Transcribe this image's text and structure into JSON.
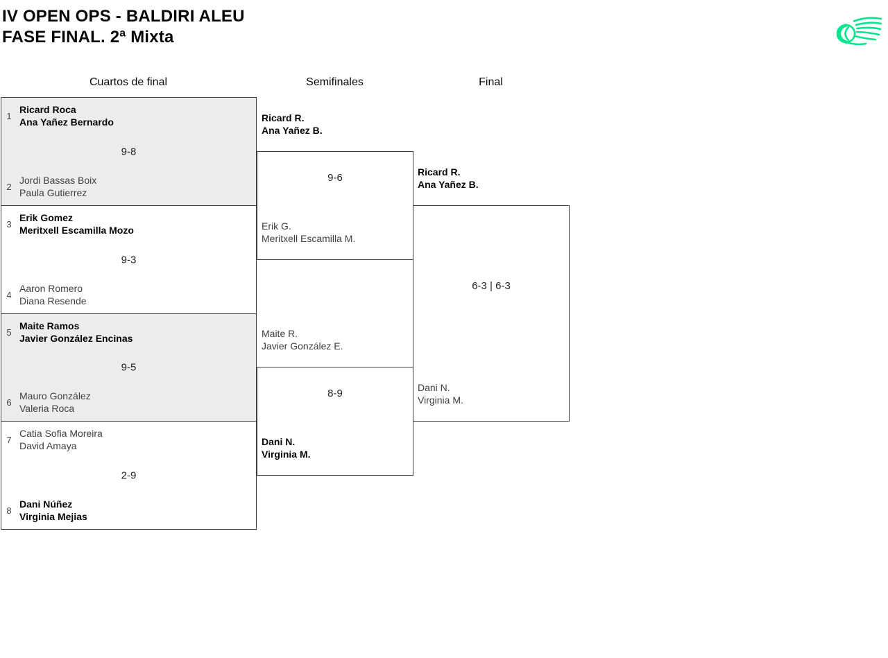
{
  "header": {
    "title_line1": "IV OPEN OPS - BALDIRI ALEU",
    "title_line2": "FASE FINAL. 2ª Mixta",
    "logo": {
      "name": "padel-ball-swoosh",
      "color": "#00e68e"
    }
  },
  "round_headers": {
    "quarterfinals": "Cuartos de final",
    "semifinals": "Semifinales",
    "final": "Final"
  },
  "bracket": {
    "quarterfinals": [
      {
        "score": "9-8",
        "top": {
          "seed": "1",
          "names": [
            "Ricard Roca",
            "Ana Yañez Bernardo"
          ],
          "winner": true
        },
        "bottom": {
          "seed": "2",
          "names": [
            "Jordi Bassas Boix",
            "Paula Gutierrez"
          ],
          "winner": false
        }
      },
      {
        "score": "9-3",
        "top": {
          "seed": "3",
          "names": [
            "Erik Gomez",
            "Meritxell Escamilla Mozo"
          ],
          "winner": true
        },
        "bottom": {
          "seed": "4",
          "names": [
            "Aaron Romero",
            "Diana Resende"
          ],
          "winner": false
        }
      },
      {
        "score": "9-5",
        "top": {
          "seed": "5",
          "names": [
            "Maite Ramos",
            "Javier González Encinas"
          ],
          "winner": true
        },
        "bottom": {
          "seed": "6",
          "names": [
            "Mauro González",
            "Valeria Roca"
          ],
          "winner": false
        }
      },
      {
        "score": "2-9",
        "top": {
          "seed": "7",
          "names": [
            "Catia Sofia Moreira",
            "David Amaya"
          ],
          "winner": false
        },
        "bottom": {
          "seed": "8",
          "names": [
            "Dani Núñez",
            "Virginia Mejias"
          ],
          "winner": true
        }
      }
    ],
    "semifinals": [
      {
        "score": "9-6",
        "top": {
          "names": [
            "Ricard R.",
            "Ana Yañez B."
          ],
          "winner": true
        },
        "bottom": {
          "names": [
            "Erik G.",
            "Meritxell Escamilla M."
          ],
          "winner": false
        }
      },
      {
        "score": "8-9",
        "top": {
          "names": [
            "Maite R.",
            "Javier González E."
          ],
          "winner": false
        },
        "bottom": {
          "names": [
            "Dani N.",
            "Virginia M."
          ],
          "winner": true
        }
      }
    ],
    "final": {
      "score": "6-3 | 6-3",
      "top": {
        "names": [
          "Ricard R.",
          "Ana Yañez B."
        ],
        "winner": true
      },
      "bottom": {
        "names": [
          "Dani N.",
          "Virginia M."
        ],
        "winner": false
      }
    }
  }
}
